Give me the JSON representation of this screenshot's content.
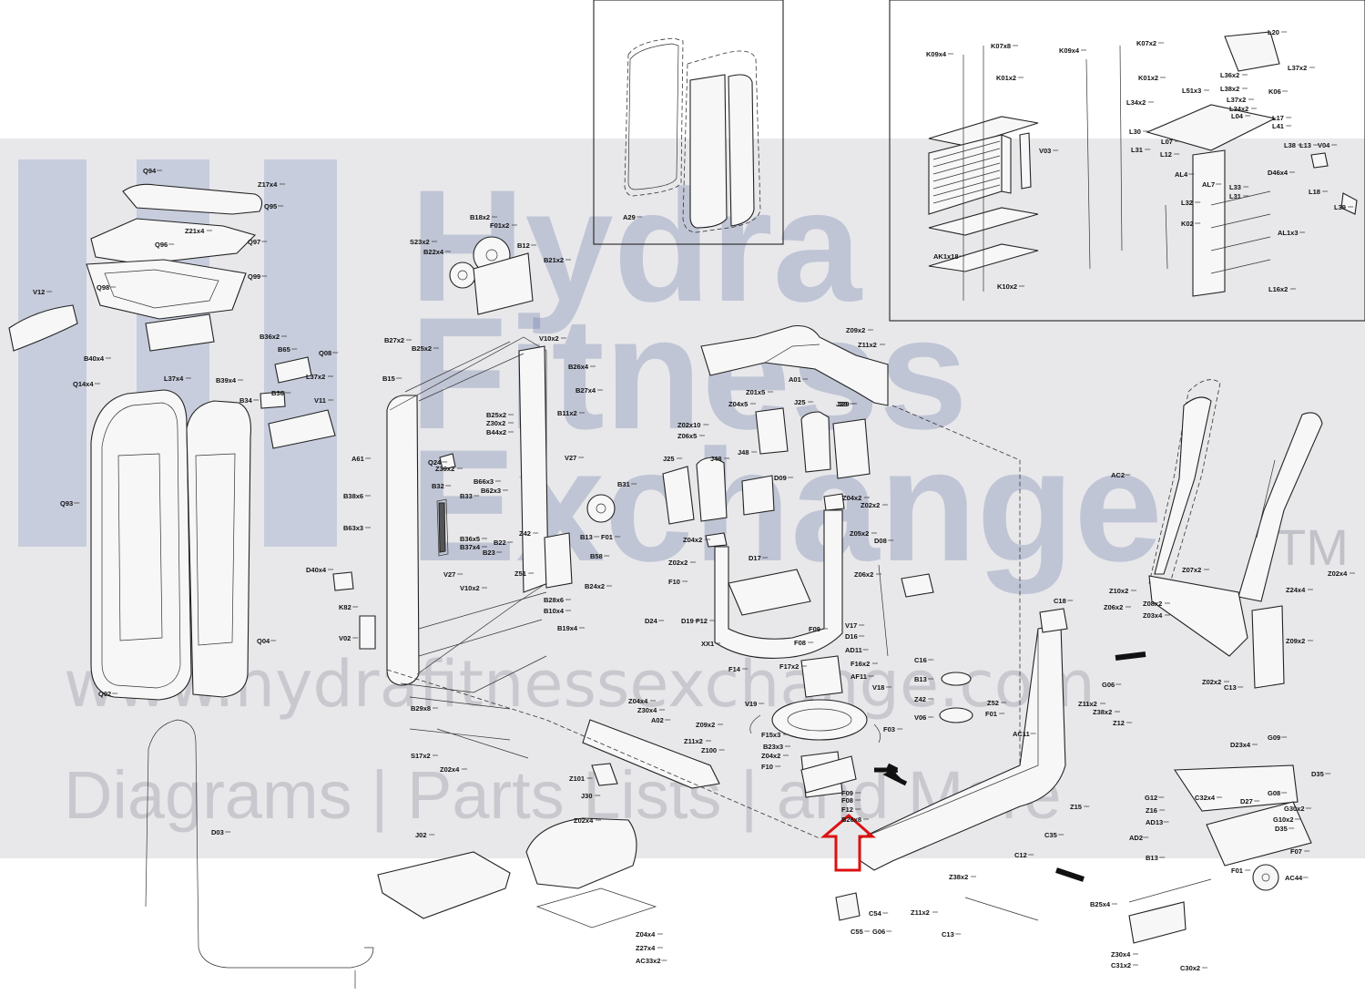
{
  "watermark": {
    "brand_lines": [
      "Hydra",
      "Fitness",
      "Exchange"
    ],
    "trademark": "TM",
    "url": "www.hydrafitnessexchange.com",
    "tagline": "Diagrams | Parts Lists | and More"
  },
  "labels": [
    "Q94",
    "Z17x4",
    "Q95",
    "Z21x4",
    "Q96",
    "Q97",
    "Q98",
    "Q99",
    "V12",
    "B36x2",
    "B65",
    "Q08",
    "B40x4",
    "L37x4",
    "L37x2",
    "B39x4",
    "Q14x4",
    "B36",
    "B34",
    "V11",
    "Q93",
    "Q04",
    "Q02",
    "D40x4",
    "K82",
    "D03",
    "B18x2",
    "F01x2",
    "S23x2",
    "B22x4",
    "B12",
    "B21x2",
    "B27x2",
    "B25x2",
    "B15",
    "V10x2",
    "B26x4",
    "B27x4",
    "B11x2",
    "A61",
    "Q24",
    "Z39x2",
    "B25x2",
    "Z30x2",
    "B44x2",
    "V27",
    "B32",
    "B66x3",
    "B62x3",
    "B38x6",
    "B63x3",
    "B33",
    "B36x5",
    "B37x4",
    "Z42",
    "B22",
    "B23",
    "B13",
    "B58",
    "B31",
    "F01",
    "V27",
    "V10x2",
    "Z51",
    "B24x2",
    "B28x6",
    "B10x4",
    "B19x4",
    "V02",
    "A29",
    "K09x4",
    "K07x8",
    "K01x2",
    "K09x4",
    "K07x2",
    "K01x2",
    "V03",
    "AK1x18",
    "K10x2",
    "K02",
    "L34x2",
    "L20",
    "L37x2",
    "L36x2",
    "L51x3",
    "L38x2",
    "K06",
    "L37x2",
    "L34x2",
    "L04",
    "L30",
    "L07",
    "L17",
    "L41",
    "L31",
    "L12",
    "L38",
    "L13",
    "V04",
    "AL4",
    "AL7",
    "D46x4",
    "L33",
    "L18",
    "L39",
    "L31",
    "L32",
    "AL1x3",
    "L16x2",
    "Z09x2",
    "Z11x2",
    "A01",
    "Z04x5",
    "Z01x5",
    "J25",
    "J29",
    "Z02x10",
    "Z06x5",
    "J48",
    "J29",
    "J25",
    "J48",
    "D09",
    "Z04x2",
    "Z02x2",
    "Z05x2",
    "D08",
    "Z04x2",
    "Z02x2",
    "F10",
    "D17",
    "Z06x2",
    "D24",
    "D19",
    "F12",
    "V17",
    "F09",
    "D16",
    "F08",
    "AD11",
    "XX1",
    "F14",
    "F17x2",
    "F16x2",
    "AF11",
    "V18",
    "V19",
    "F03",
    "F15x3",
    "B23x3",
    "Z04x2",
    "F10",
    "F09",
    "F08",
    "F12",
    "B26x8",
    "B29x8",
    "S17x2",
    "Z02x4",
    "Z04x4",
    "Z30x4",
    "A02",
    "Z09x2",
    "Z11x2",
    "Z100",
    "Z101",
    "J30",
    "J02",
    "Z02x4",
    "Z04x4",
    "Z27x4",
    "AC33x2",
    "AC2",
    "Z07x2",
    "Z10x2",
    "Z06x2",
    "Z08x2",
    "Z03x4",
    "Z02x4",
    "Z24x4",
    "Z09x2",
    "Z02x2",
    "C13",
    "C18",
    "C16",
    "B13",
    "Z42",
    "Z52",
    "F01",
    "V06",
    "G06",
    "Z11x2",
    "Z38x2",
    "Z12",
    "AC11",
    "Z15",
    "C35",
    "C12",
    "C54",
    "G06",
    "Z11x2",
    "Z38x2",
    "C13",
    "C55",
    "D23x4",
    "G09",
    "G12",
    "C32x4",
    "Z16",
    "D27",
    "G08",
    "G10x2",
    "G30x2",
    "D35",
    "AD13",
    "AD2",
    "D35",
    "B13",
    "F07",
    "F01",
    "AC44",
    "B25x4",
    "Z30x4",
    "C31x2",
    "C30x2"
  ]
}
